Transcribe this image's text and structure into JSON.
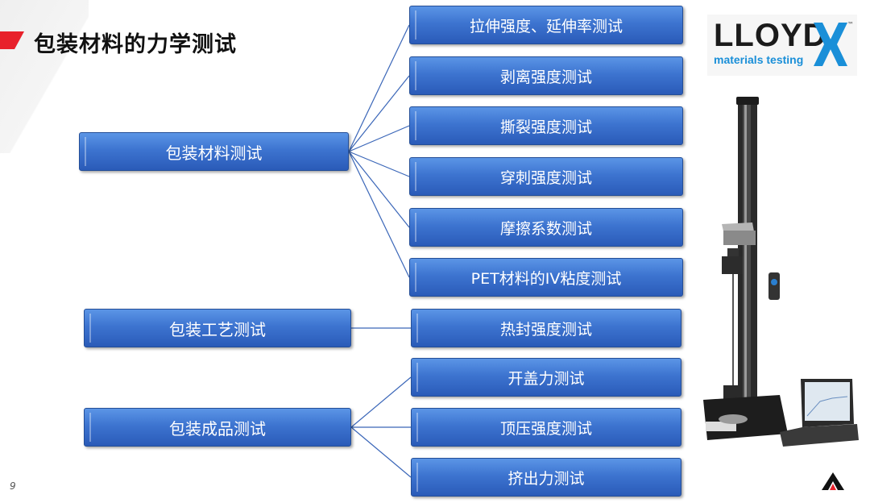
{
  "title": "包装材料的力学测试",
  "page_number": "9",
  "logo": {
    "main": "LLOYD",
    "sub": "materials testing",
    "tm": "™"
  },
  "categories": [
    {
      "label": "包装材料测试"
    },
    {
      "label": "包装工艺测试"
    },
    {
      "label": "包装成品测试"
    }
  ],
  "items": [
    {
      "label": "拉伸强度、延伸率测试"
    },
    {
      "label": "剥离强度测试"
    },
    {
      "label": "撕裂强度测试"
    },
    {
      "label": "穿刺强度测试"
    },
    {
      "label": "摩擦系数测试"
    },
    {
      "label": "PET材料的IV粘度测试"
    },
    {
      "label": "热封强度测试"
    },
    {
      "label": "开盖力测试"
    },
    {
      "label": "顶压强度测试"
    },
    {
      "label": "挤出力测试"
    }
  ],
  "colors": {
    "accent": "#e8212b",
    "box": "#3d74d0",
    "line": "#3a66b8",
    "logo_blue": "#1a8fd8"
  },
  "icons": [
    "universal-testing-machine-image",
    "laptop-image",
    "brand-logo-icon"
  ]
}
